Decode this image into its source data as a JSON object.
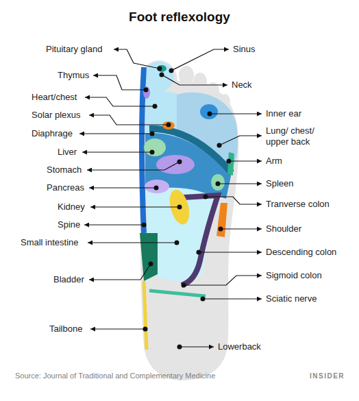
{
  "diagram": {
    "title": "Foot reflexology",
    "caption": "Source: Journal of Traditional and Complementary Medicine",
    "labels": [
      "Pituitary gland",
      "Thymus",
      "Heart/chest",
      "Solar plexus",
      "Diaphrage",
      "Liver",
      "Stomach",
      "Pancreas",
      "Kidney",
      "Spine",
      "Small intestine",
      "Bladder",
      "Tailbone",
      "Sinus",
      "Neck",
      "Inner ear",
      "Lung/ chest/ upper back",
      "Arm",
      "Spleen",
      "Tranverse colon",
      "Shoulder",
      "Descending colon",
      "Sigmoid colon",
      "Sciatic nerve",
      "Lowerback",
      "INSIDER"
    ]
  }
}
